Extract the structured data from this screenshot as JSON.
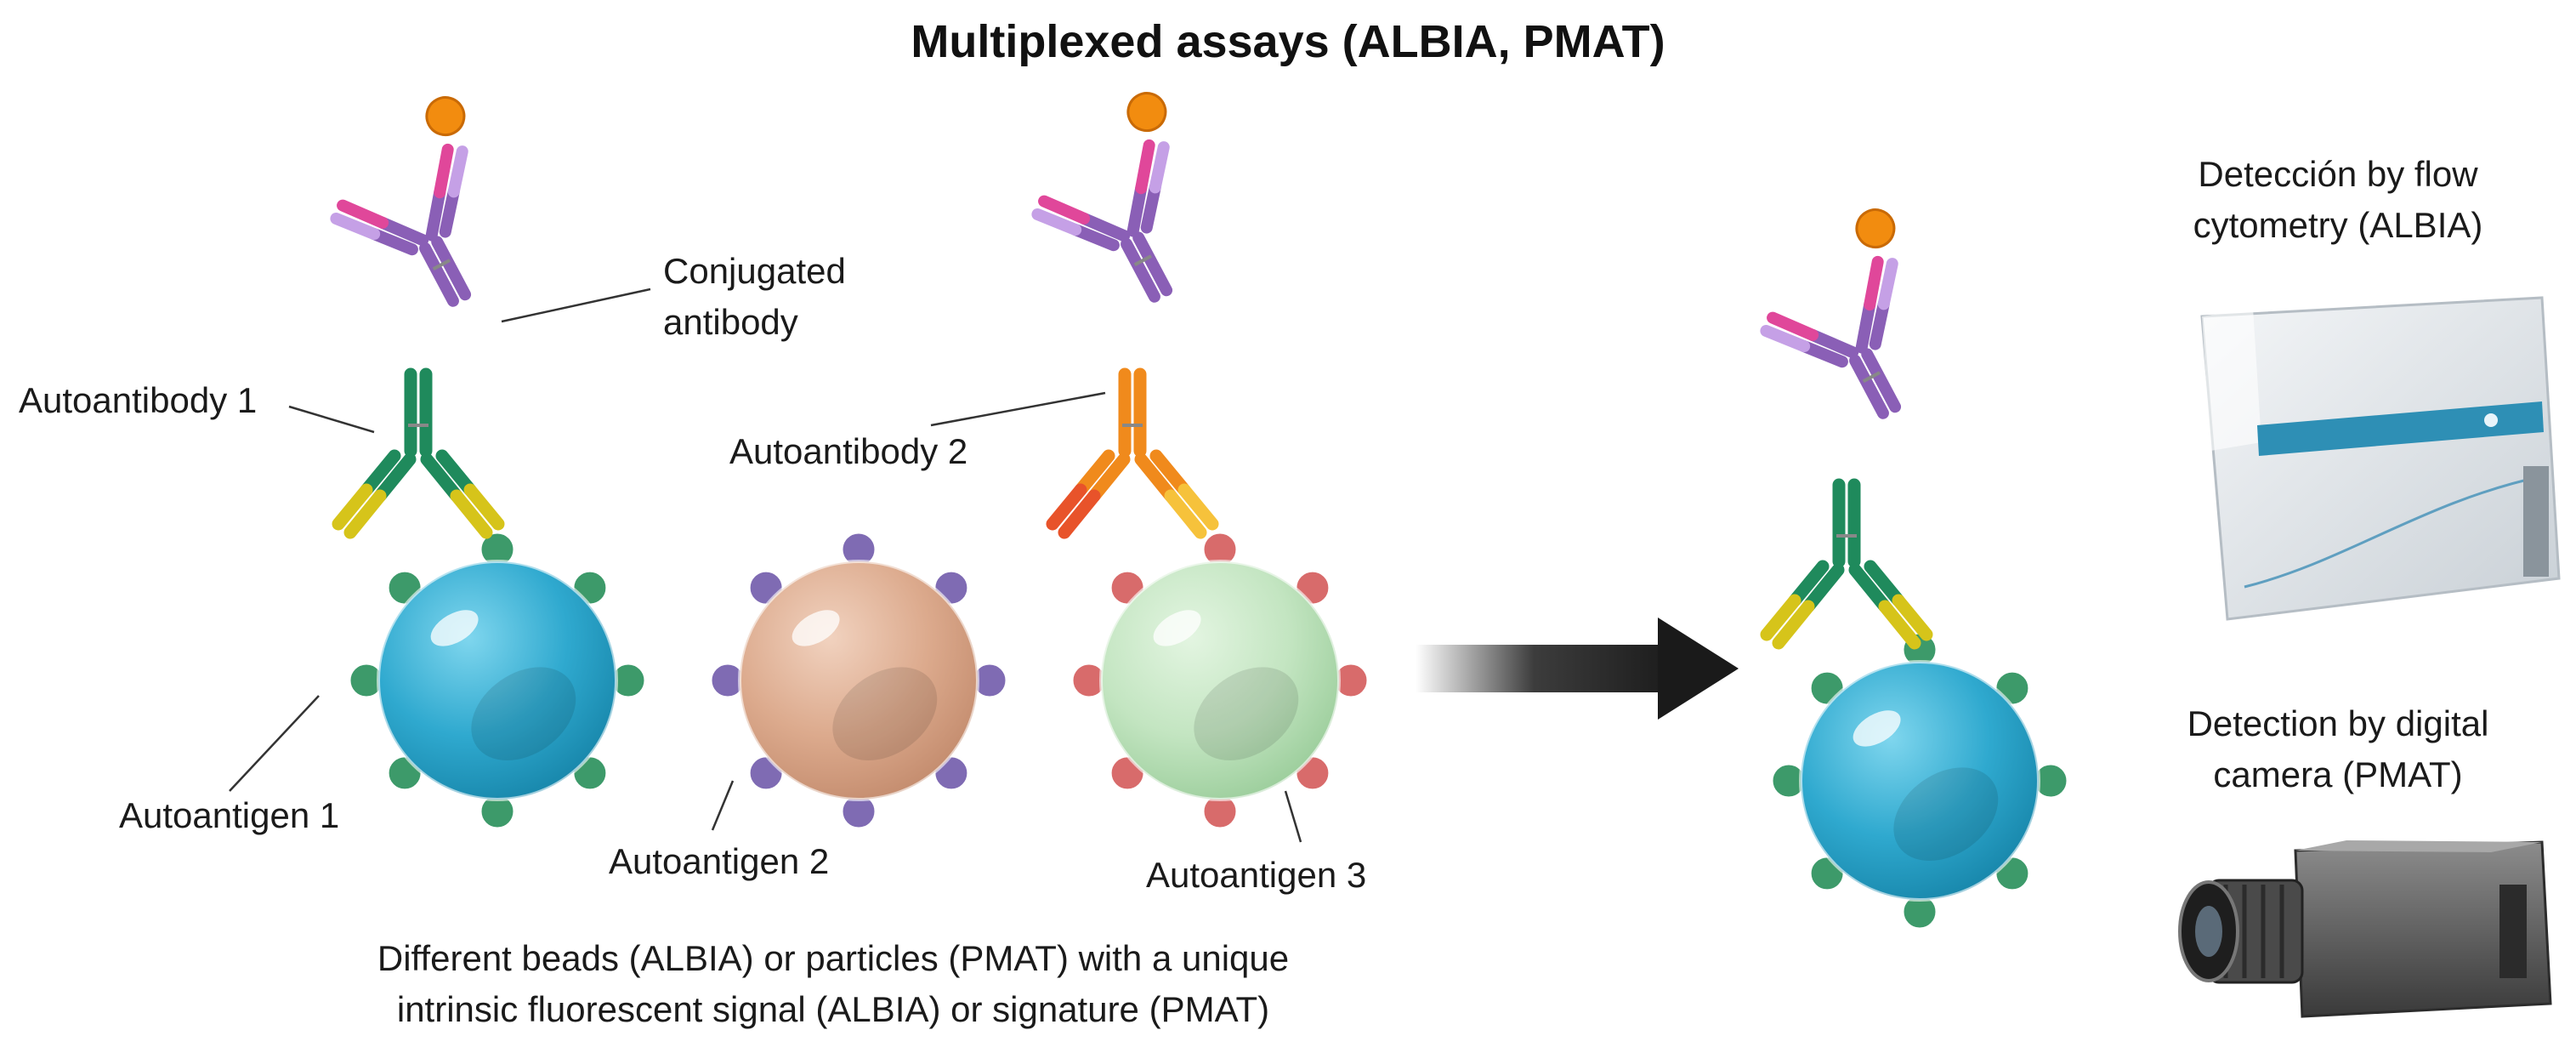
{
  "title": "Multiplexed assays (ALBIA, PMAT)",
  "labels": {
    "conjugated_antibody": [
      "Conjugated",
      "antibody"
    ],
    "autoantibody_1": "Autoantibody 1",
    "autoantibody_2": "Autoantibody 2",
    "autoantigen_1": "Autoantigen 1",
    "autoantigen_2": "Autoantigen 2",
    "autoantigen_3": "Autoantigen 3",
    "caption": [
      "Different beads (ALBIA) or particles (PMAT) with a unique",
      "intrinsic fluorescent signal (ALBIA) or signature (PMAT)"
    ],
    "flow_cytometry": [
      "Detección by flow",
      "cytometry (ALBIA)"
    ],
    "digital_camera": [
      "Detection by digital",
      "camera (PMAT)"
    ]
  },
  "colors": {
    "bead_1": "#2fa9cf",
    "bead_2": "#d9a88c",
    "bead_3": "#bfe3bf",
    "antigen_1": "#3d9a6a",
    "antigen_2": "#7f6bb3",
    "antigen_3": "#d86b6b",
    "autoantibody_1": "#1f8a5c",
    "autoantibody_2": "#f08a1c",
    "conjugated_antibody": "#8a5fb6",
    "fluorophore": "#f28c0f",
    "arrow": "#1a1a1a"
  },
  "icons": [
    "flow-cytometer-icon",
    "digital-camera-icon",
    "process-arrow-icon"
  ]
}
